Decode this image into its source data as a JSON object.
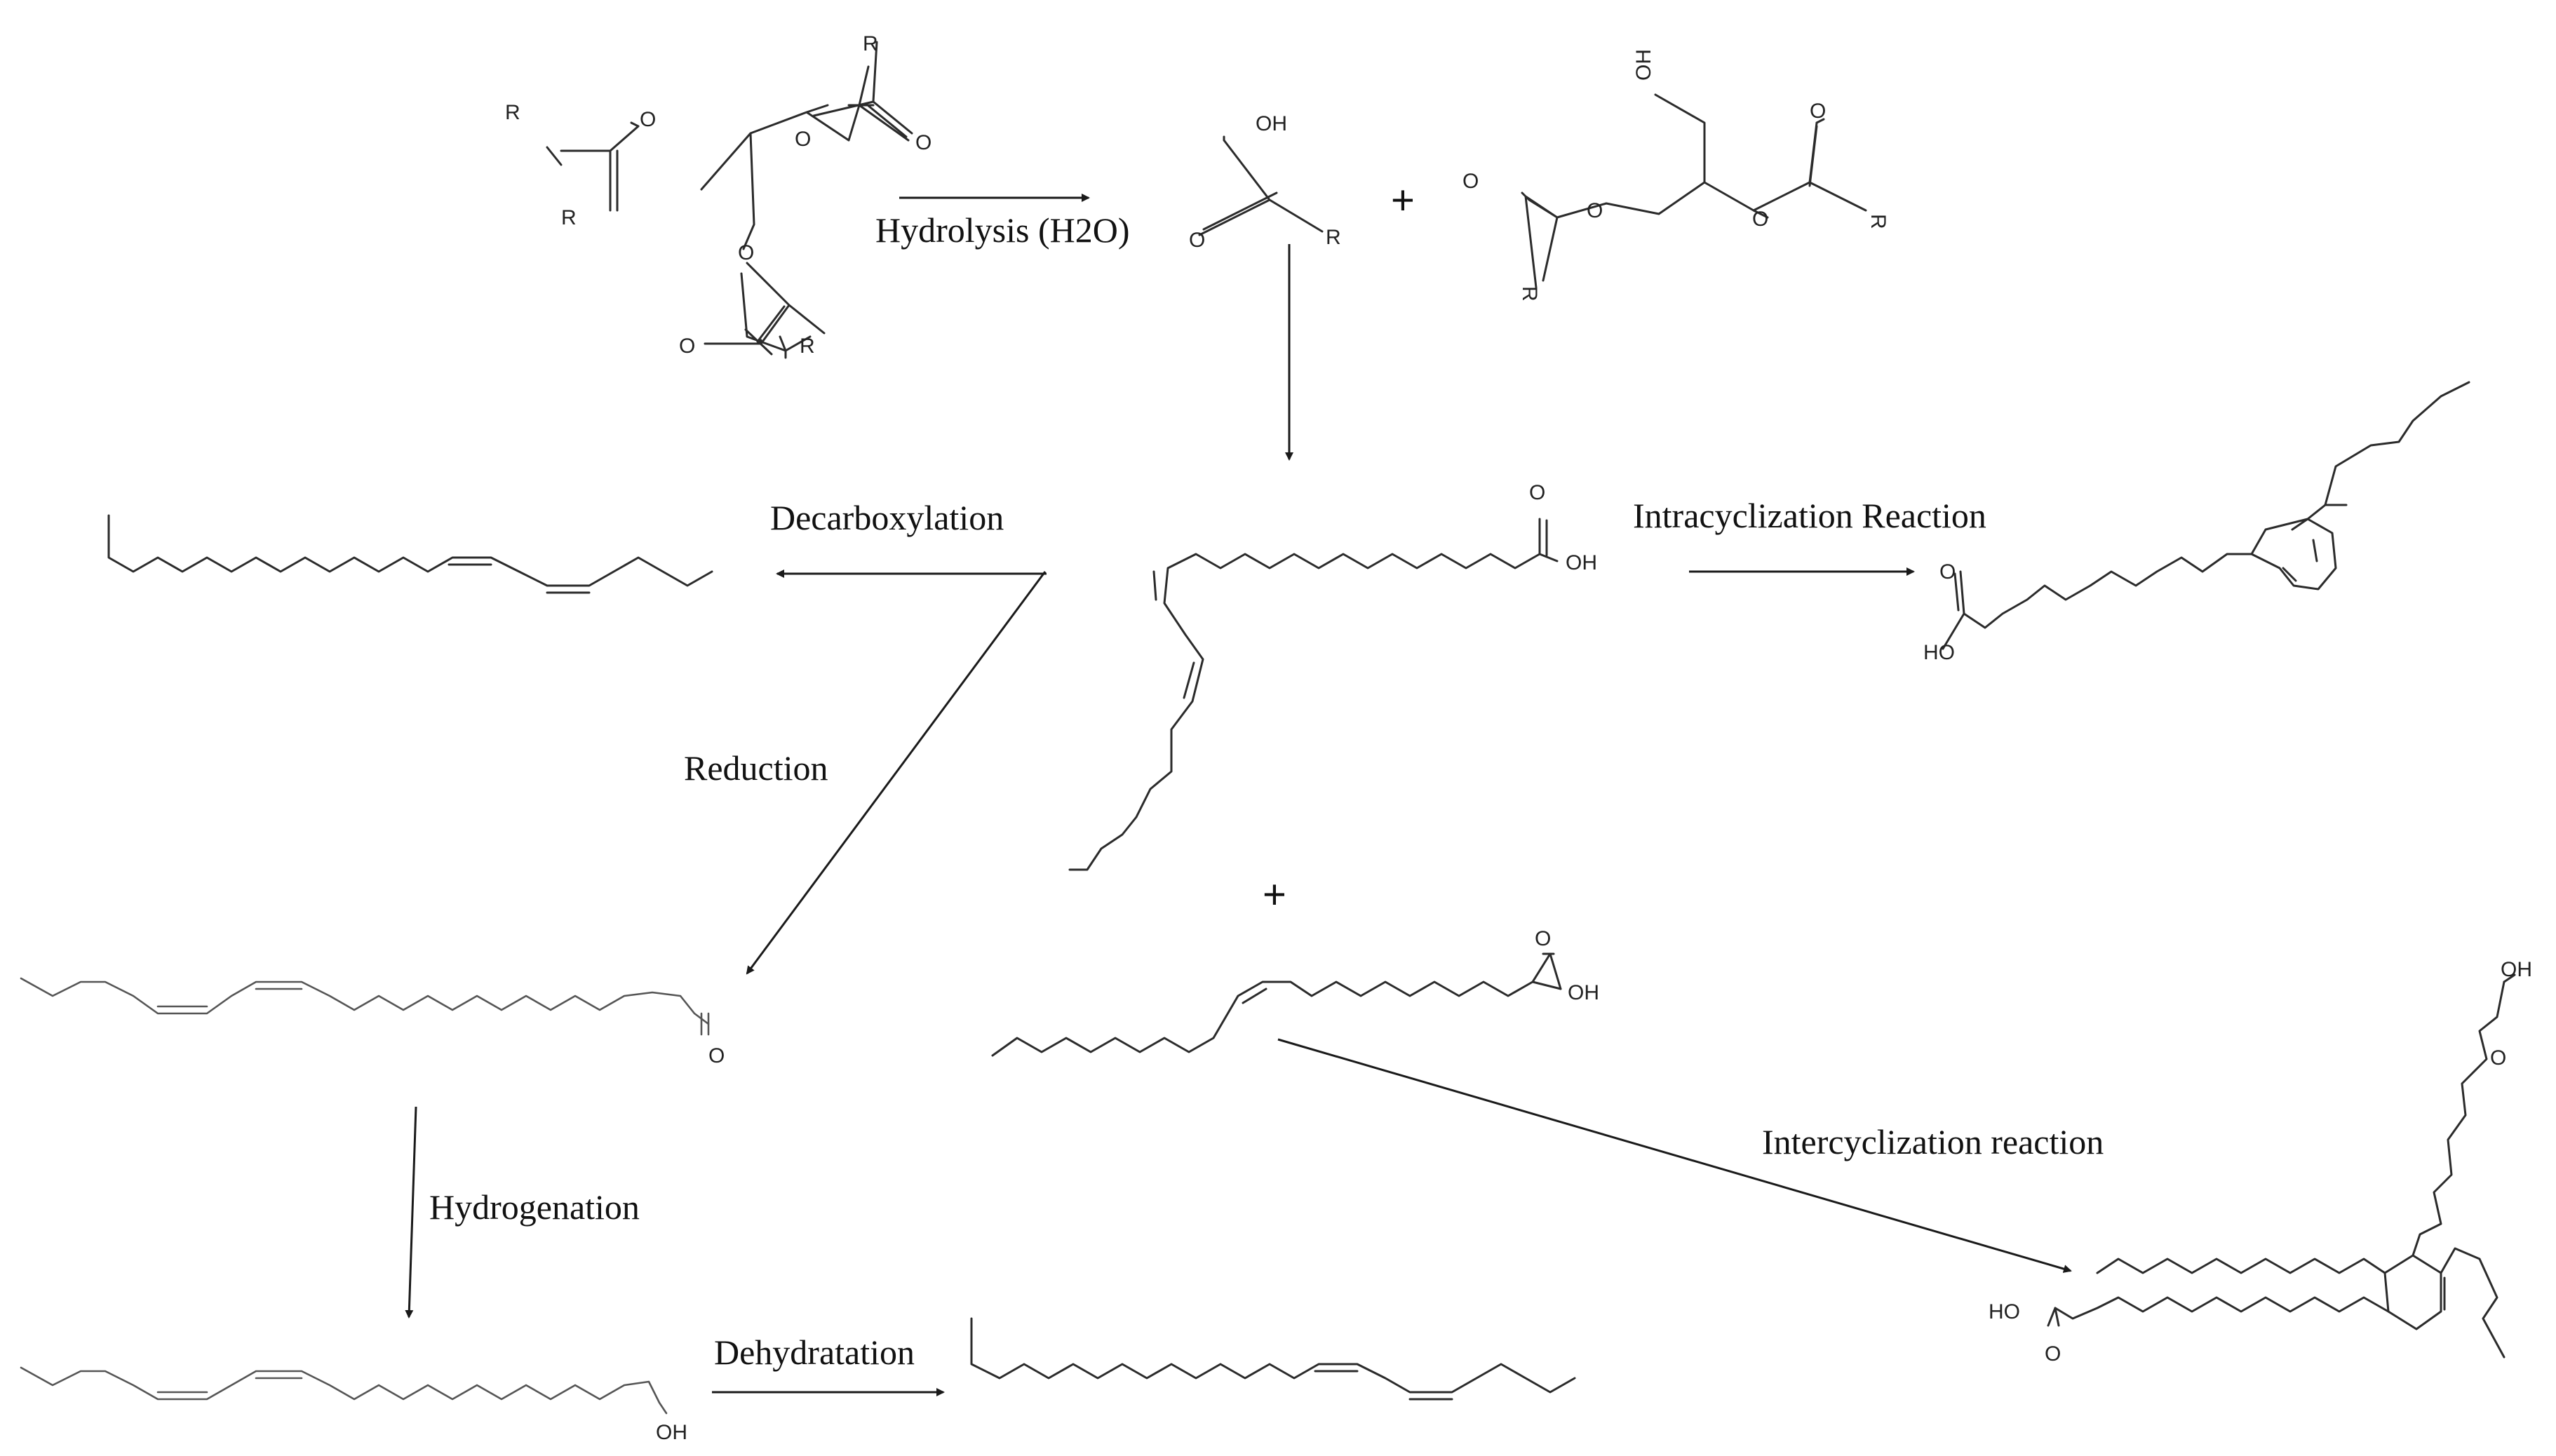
{
  "reactions": {
    "hydrolysis": "Hydrolysis (H2O)",
    "decarboxylation": "Decarboxylation",
    "intracyclization": "Intracyclization Reaction",
    "reduction": "Reduction",
    "intercyclization": "Intercyclization reaction",
    "hydrogenation": "Hydrogenation",
    "dehydratation": "Dehydratation"
  },
  "operators": {
    "plus": "+"
  },
  "atoms": {
    "R": "R",
    "O": "O",
    "OH": "OH",
    "HO": "HO"
  }
}
